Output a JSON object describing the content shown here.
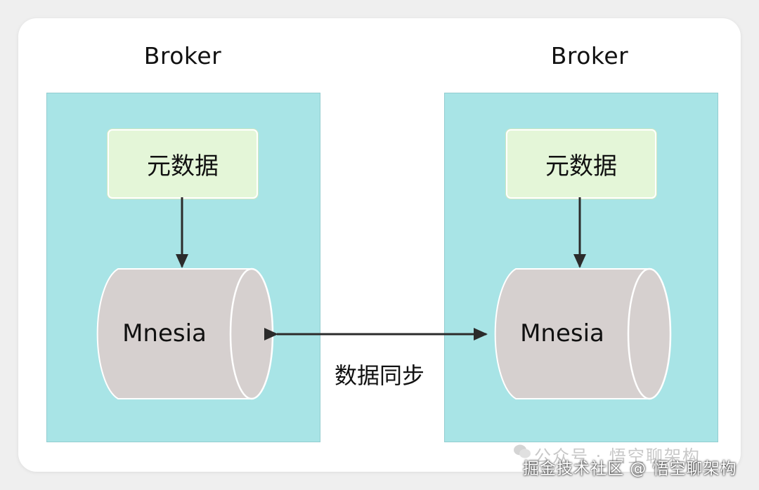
{
  "brokers": [
    {
      "title": "Broker",
      "metadata_label": "元数据",
      "storage_label": "Mnesia"
    },
    {
      "title": "Broker",
      "metadata_label": "元数据",
      "storage_label": "Mnesia"
    }
  ],
  "sync_label": "数据同步",
  "watermark": {
    "faded_text": "公众号 · 悟空聊架构",
    "source_text": "掘金技术社区 @ 悟空聊架构"
  },
  "colors": {
    "broker_fill": "#a8e4e6",
    "metadata_fill": "#e4f6d8",
    "cylinder_fill": "#d6d0cf",
    "arrow": "#2b2b2b"
  }
}
